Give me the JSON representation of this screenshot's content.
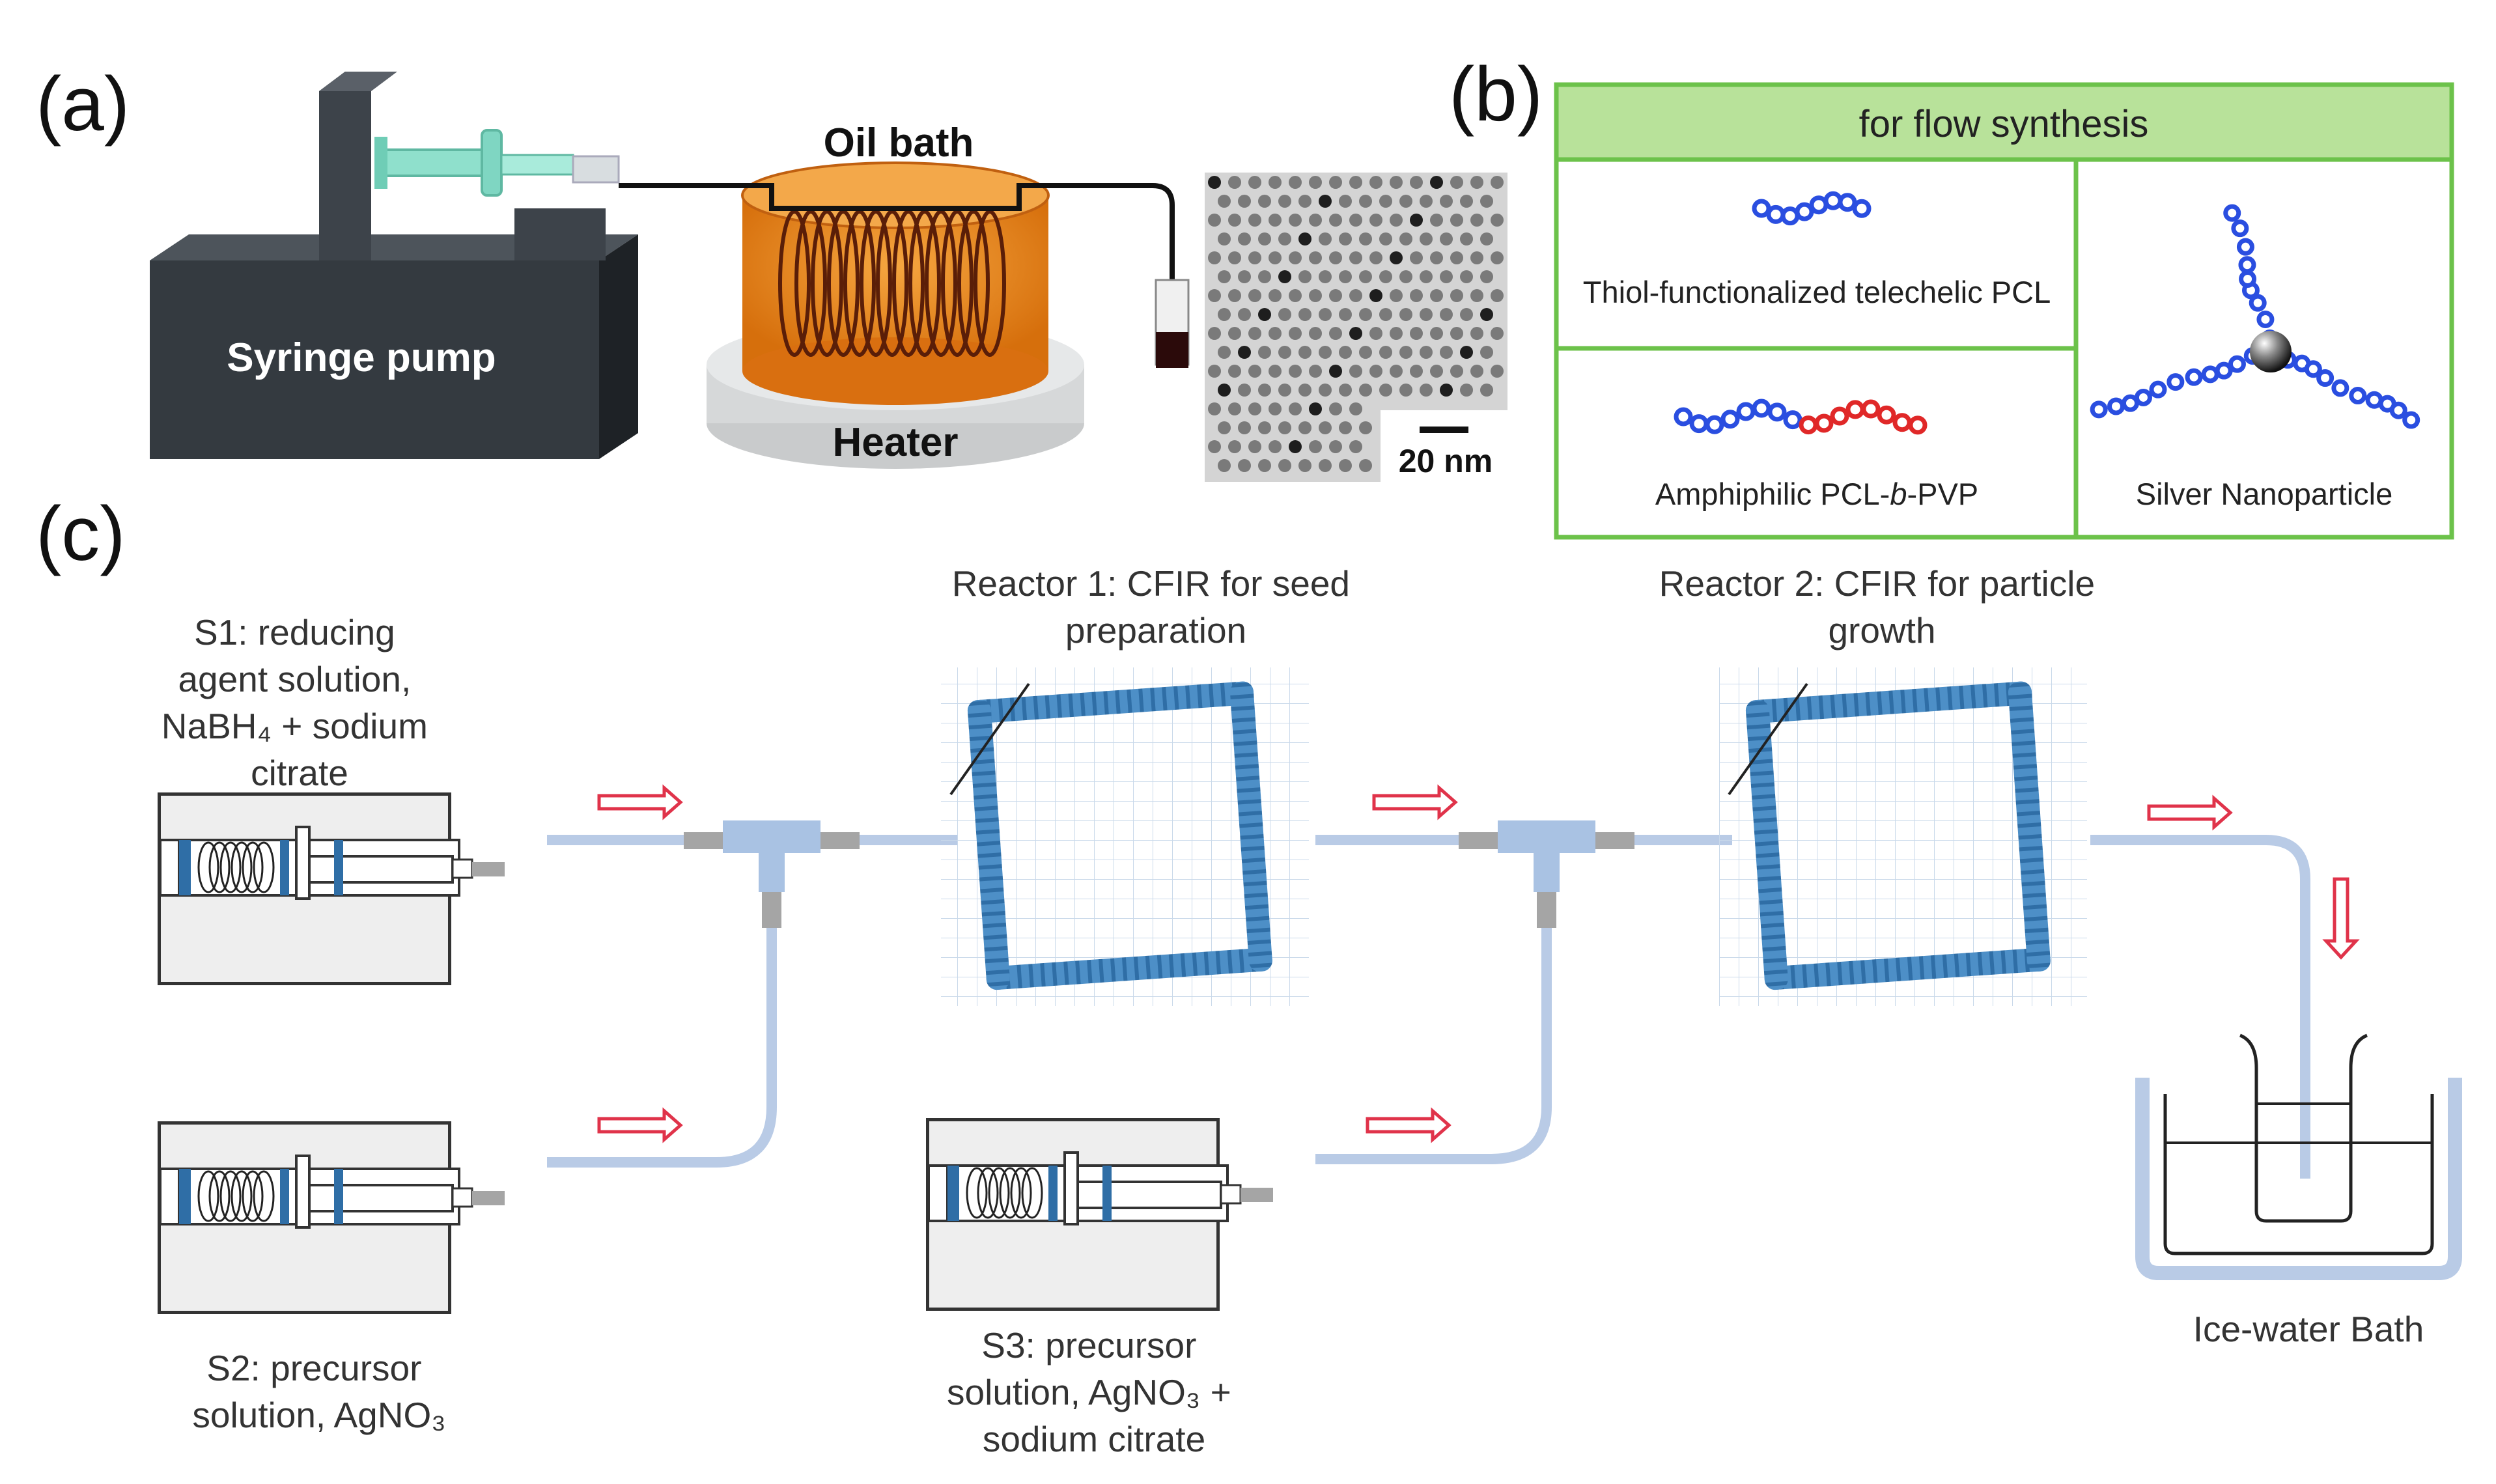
{
  "panels": {
    "a": {
      "letter": "(a)",
      "pump_label": "Syringe pump",
      "bath_label": "Oil bath",
      "heater_label": "Heater",
      "scale_label": "20 nm"
    },
    "b": {
      "letter": "(b)",
      "header": "for flow synthesis",
      "cell1": "Thiol-functionalized telechelic PCL",
      "cell2_prefix": "Amphiphilic PCL-",
      "cell2_italic": "b",
      "cell2_suffix": "-PVP",
      "cell3": "Silver Nanoparticle"
    },
    "c": {
      "letter": "(c)",
      "s1": [
        "S1: reducing",
        "agent solution,",
        "NaBH₄ + sodium",
        "citrate"
      ],
      "s2": [
        "S2: precursor",
        "solution, AgNO₃"
      ],
      "s3": [
        "S3: precursor",
        "solution, AgNO₃ +",
        "sodium citrate"
      ],
      "reactor1": [
        "Reactor 1: CFIR for seed",
        "preparation"
      ],
      "reactor2": [
        "Reactor 2: CFIR for particle",
        "growth"
      ],
      "bath": "Ice-water Bath"
    }
  },
  "colors": {
    "pump_body": "#343a40",
    "syringe": "#7fd6c2",
    "oil": "#e8891c",
    "coil": "#5a1e08",
    "tube": "#b9cbe6",
    "reactor": "#4d8fc7",
    "arrow": "#e0334a",
    "box_border": "#6cc24a",
    "box_header": "#b8e29a",
    "pcl_blue": "#2a4ee0",
    "pvp_red": "#e02828"
  }
}
